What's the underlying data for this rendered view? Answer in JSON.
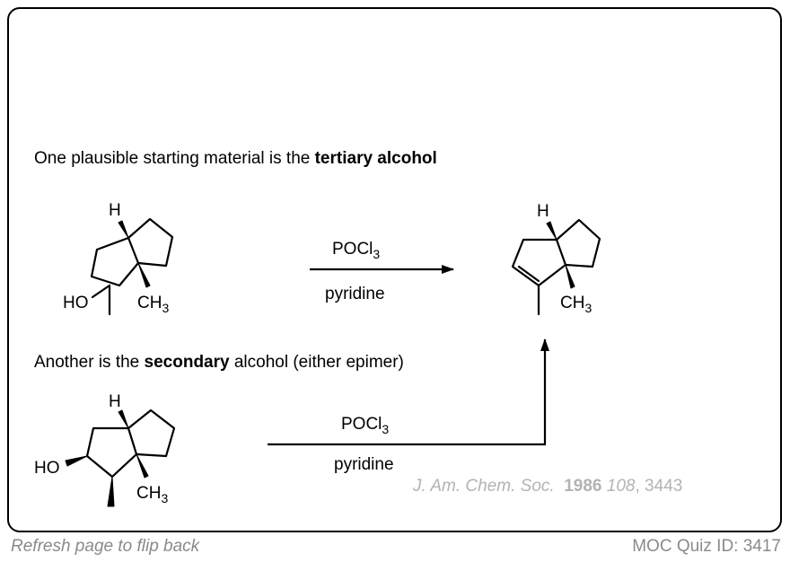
{
  "intro": {
    "line1_prefix": "One plausible starting material is the ",
    "line1_bold": "tertiary alcohol",
    "line2_prefix": "Another is the ",
    "line2_bold": "secondary",
    "line2_suffix": " alcohol (either epimer)"
  },
  "structures": {
    "h_label": "H",
    "ho_label": "HO",
    "ch3_main": "CH",
    "ch3_sub": "3"
  },
  "reagents": {
    "reagent_main": "POCl",
    "reagent_sub": "3",
    "solvent": "pyridine"
  },
  "citation": {
    "journal": "J. Am. Chem. Soc.",
    "year": "1986",
    "volume": "108",
    "page": ", 3443"
  },
  "footer": {
    "left": "Refresh page to flip back",
    "right": "MOC Quiz ID: 3417"
  }
}
